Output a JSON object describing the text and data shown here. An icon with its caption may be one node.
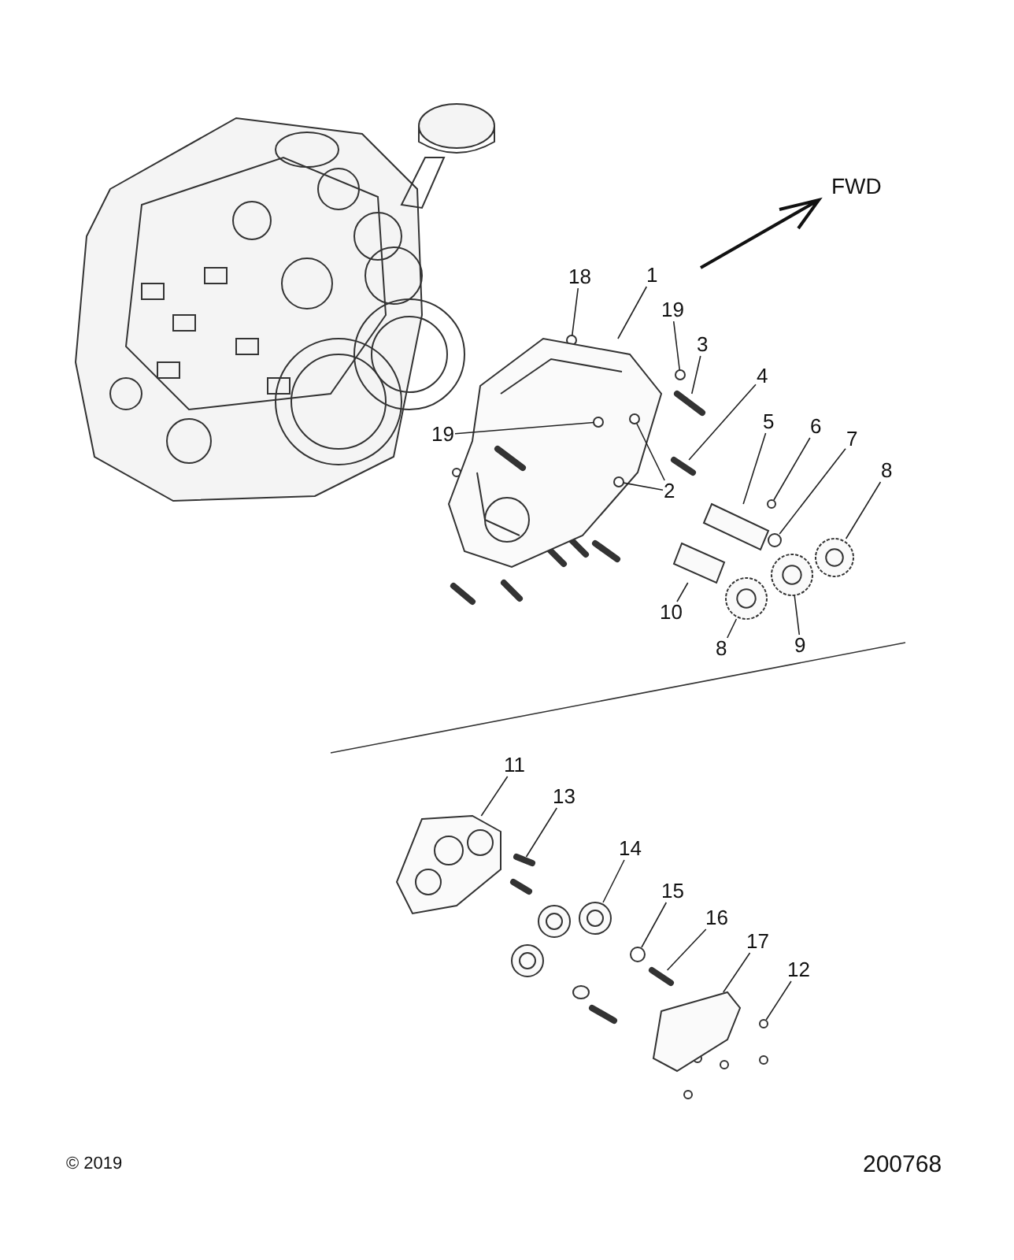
{
  "diagram": {
    "nodes": [
      {
        "text": [
          "18"
        ]
      },
      {
        "text": [
          "1"
        ]
      },
      {
        "text": [
          "19"
        ]
      },
      {
        "text": [
          "3"
        ]
      },
      {
        "text": [
          "4"
        ]
      },
      {
        "text": [
          "19"
        ]
      },
      {
        "text": [
          "5"
        ]
      },
      {
        "text": [
          "6"
        ]
      },
      {
        "text": [
          "7"
        ]
      },
      {
        "text": [
          "2"
        ]
      },
      {
        "text": [
          "8"
        ]
      },
      {
        "text": [
          "10"
        ]
      },
      {
        "text": [
          "9"
        ]
      },
      {
        "text": [
          "8"
        ]
      },
      {
        "text": [
          "11"
        ]
      },
      {
        "text": [
          "13"
        ]
      },
      {
        "text": [
          "14"
        ]
      },
      {
        "text": [
          "15"
        ]
      },
      {
        "text": [
          "16"
        ]
      },
      {
        "text": [
          "17"
        ]
      },
      {
        "text": [
          "12"
        ]
      },
      {
        "text": [],
        "shape": "circle"
      },
      {
        "text": [],
        "shape": "picture"
      },
      {
        "text": [],
        "shape": "circle"
      },
      {
        "text": [],
        "shape": "picture"
      },
      {
        "text": [],
        "shape": "picture"
      },
      {
        "text": [],
        "shape": "circle",
        "in": 22
      },
      {
        "text": [],
        "shape": "picture"
      },
      {
        "text": [],
        "shape": "circle"
      },
      {
        "text": [],
        "shape": "circle"
      },
      {
        "text": [],
        "shape": "circle",
        "in": 22
      },
      {
        "text": [],
        "shape": "circle",
        "in": 22
      },
      {
        "text": [],
        "shape": "picture"
      },
      {
        "text": [],
        "shape": "picture"
      },
      {
        "text": [],
        "shape": "picture"
      },
      {
        "text": [],
        "shape": "picture"
      },
      {
        "text": [],
        "shape": "picture"
      },
      {
        "text": [],
        "shape": "picture"
      },
      {
        "text": [],
        "shape": "picture"
      },
      {
        "text": [],
        "shape": "circle"
      },
      {
        "text": [],
        "shape": "picture"
      },
      {
        "text": [],
        "shape": "picture"
      },
      {
        "text": [],
        "shape": "circle"
      }
    ],
    "edges": [
      {
        "from": 0,
        "to": 21,
        "arrow": "none"
      },
      {
        "from": 1,
        "to": 22,
        "arrow": "none"
      },
      {
        "from": 2,
        "to": 23,
        "arrow": "none"
      },
      {
        "from": 3,
        "to": 24,
        "arrow": "none"
      },
      {
        "from": 4,
        "to": 25,
        "arrow": "none"
      },
      {
        "from": 5,
        "to": 26,
        "arrow": "none"
      },
      {
        "from": 6,
        "to": 27,
        "arrow": "none"
      },
      {
        "from": 7,
        "to": 28,
        "arrow": "none"
      },
      {
        "from": 8,
        "to": 29,
        "arrow": "none"
      },
      {
        "from": 9,
        "to": 30,
        "arrow": "none"
      },
      {
        "from": 9,
        "to": 31,
        "arrow": "none"
      },
      {
        "from": 10,
        "to": 32,
        "arrow": "none"
      },
      {
        "from": 11,
        "to": 33,
        "arrow": "none"
      },
      {
        "from": 12,
        "to": 34,
        "arrow": "none"
      },
      {
        "from": 13,
        "to": 35,
        "arrow": "none"
      },
      {
        "from": 14,
        "to": 36,
        "arrow": "none"
      },
      {
        "from": 15,
        "to": 37,
        "arrow": "none"
      },
      {
        "from": 16,
        "to": 38,
        "arrow": "none"
      },
      {
        "from": 17,
        "to": 39,
        "arrow": "none"
      },
      {
        "from": 18,
        "to": 40,
        "arrow": "none"
      },
      {
        "from": 19,
        "to": 41,
        "arrow": "none"
      },
      {
        "from": 20,
        "to": 42,
        "arrow": "none"
      }
    ],
    "labels": [
      "FWD",
      "© 2019",
      "200768"
    ]
  }
}
